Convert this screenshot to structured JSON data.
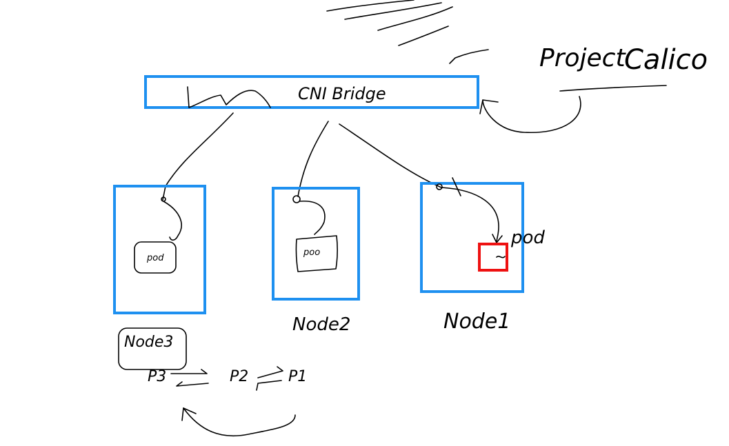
{
  "colors": {
    "ink": "#000000",
    "box_blue": "#1e90f0",
    "pod_red": "#ee1111",
    "background": "#ffffff"
  },
  "annotations": {
    "project_label": "Project",
    "project_name": "Calico"
  },
  "bridge": {
    "label": "CNI Bridge"
  },
  "nodes": [
    {
      "name": "Node3",
      "pod_label": "pod"
    },
    {
      "name": "Node2",
      "pod_label": "poo"
    },
    {
      "name": "Node1",
      "pod_label": "pod"
    }
  ],
  "flow": {
    "p3": "P3",
    "p2": "P2",
    "p1": "P1"
  }
}
